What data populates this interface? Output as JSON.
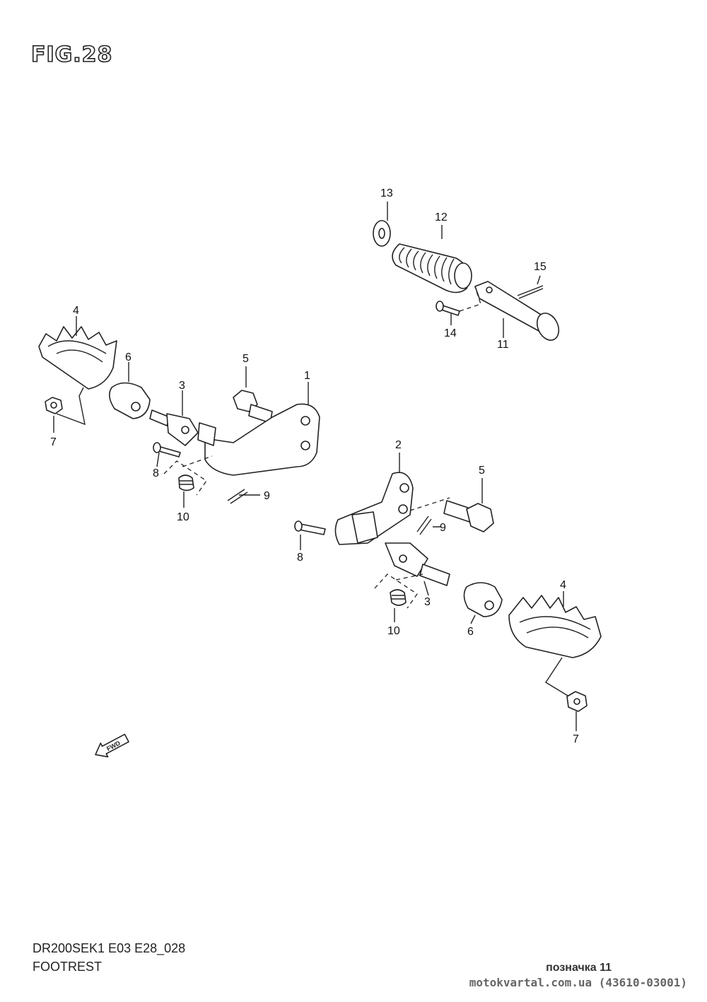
{
  "title": "FIG.28",
  "model_code": "DR200SEK1 E03 E28_028",
  "section_name": "FOOTREST",
  "mark": "позначка 11",
  "site": "motokvartal.com.ua (43610-03001)",
  "fwd_label": "FWD",
  "callouts": {
    "c13": "13",
    "c12": "12",
    "c15": "15",
    "c14": "14",
    "c11": "11",
    "c4a": "4",
    "c6a": "6",
    "c3a": "3",
    "c5a": "5",
    "c1": "1",
    "c7a": "7",
    "c8a": "8",
    "c9a": "9",
    "c10a": "10",
    "c2": "2",
    "c5b": "5",
    "c9b": "9",
    "c8b": "8",
    "c3b": "3",
    "c10b": "10",
    "c6b": "6",
    "c4b": "4",
    "c7b": "7"
  }
}
